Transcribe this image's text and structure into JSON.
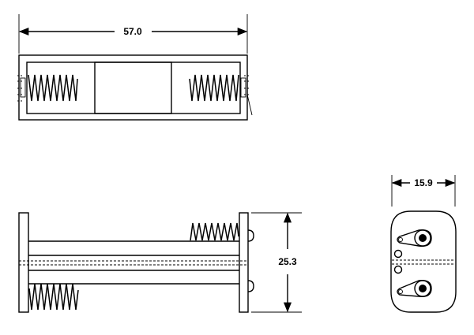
{
  "drawing": {
    "dimensions": {
      "top_length": "57.0",
      "side_height": "25.3",
      "end_width": "15.9"
    },
    "colors": {
      "line": "#000000",
      "background": "#ffffff"
    }
  }
}
